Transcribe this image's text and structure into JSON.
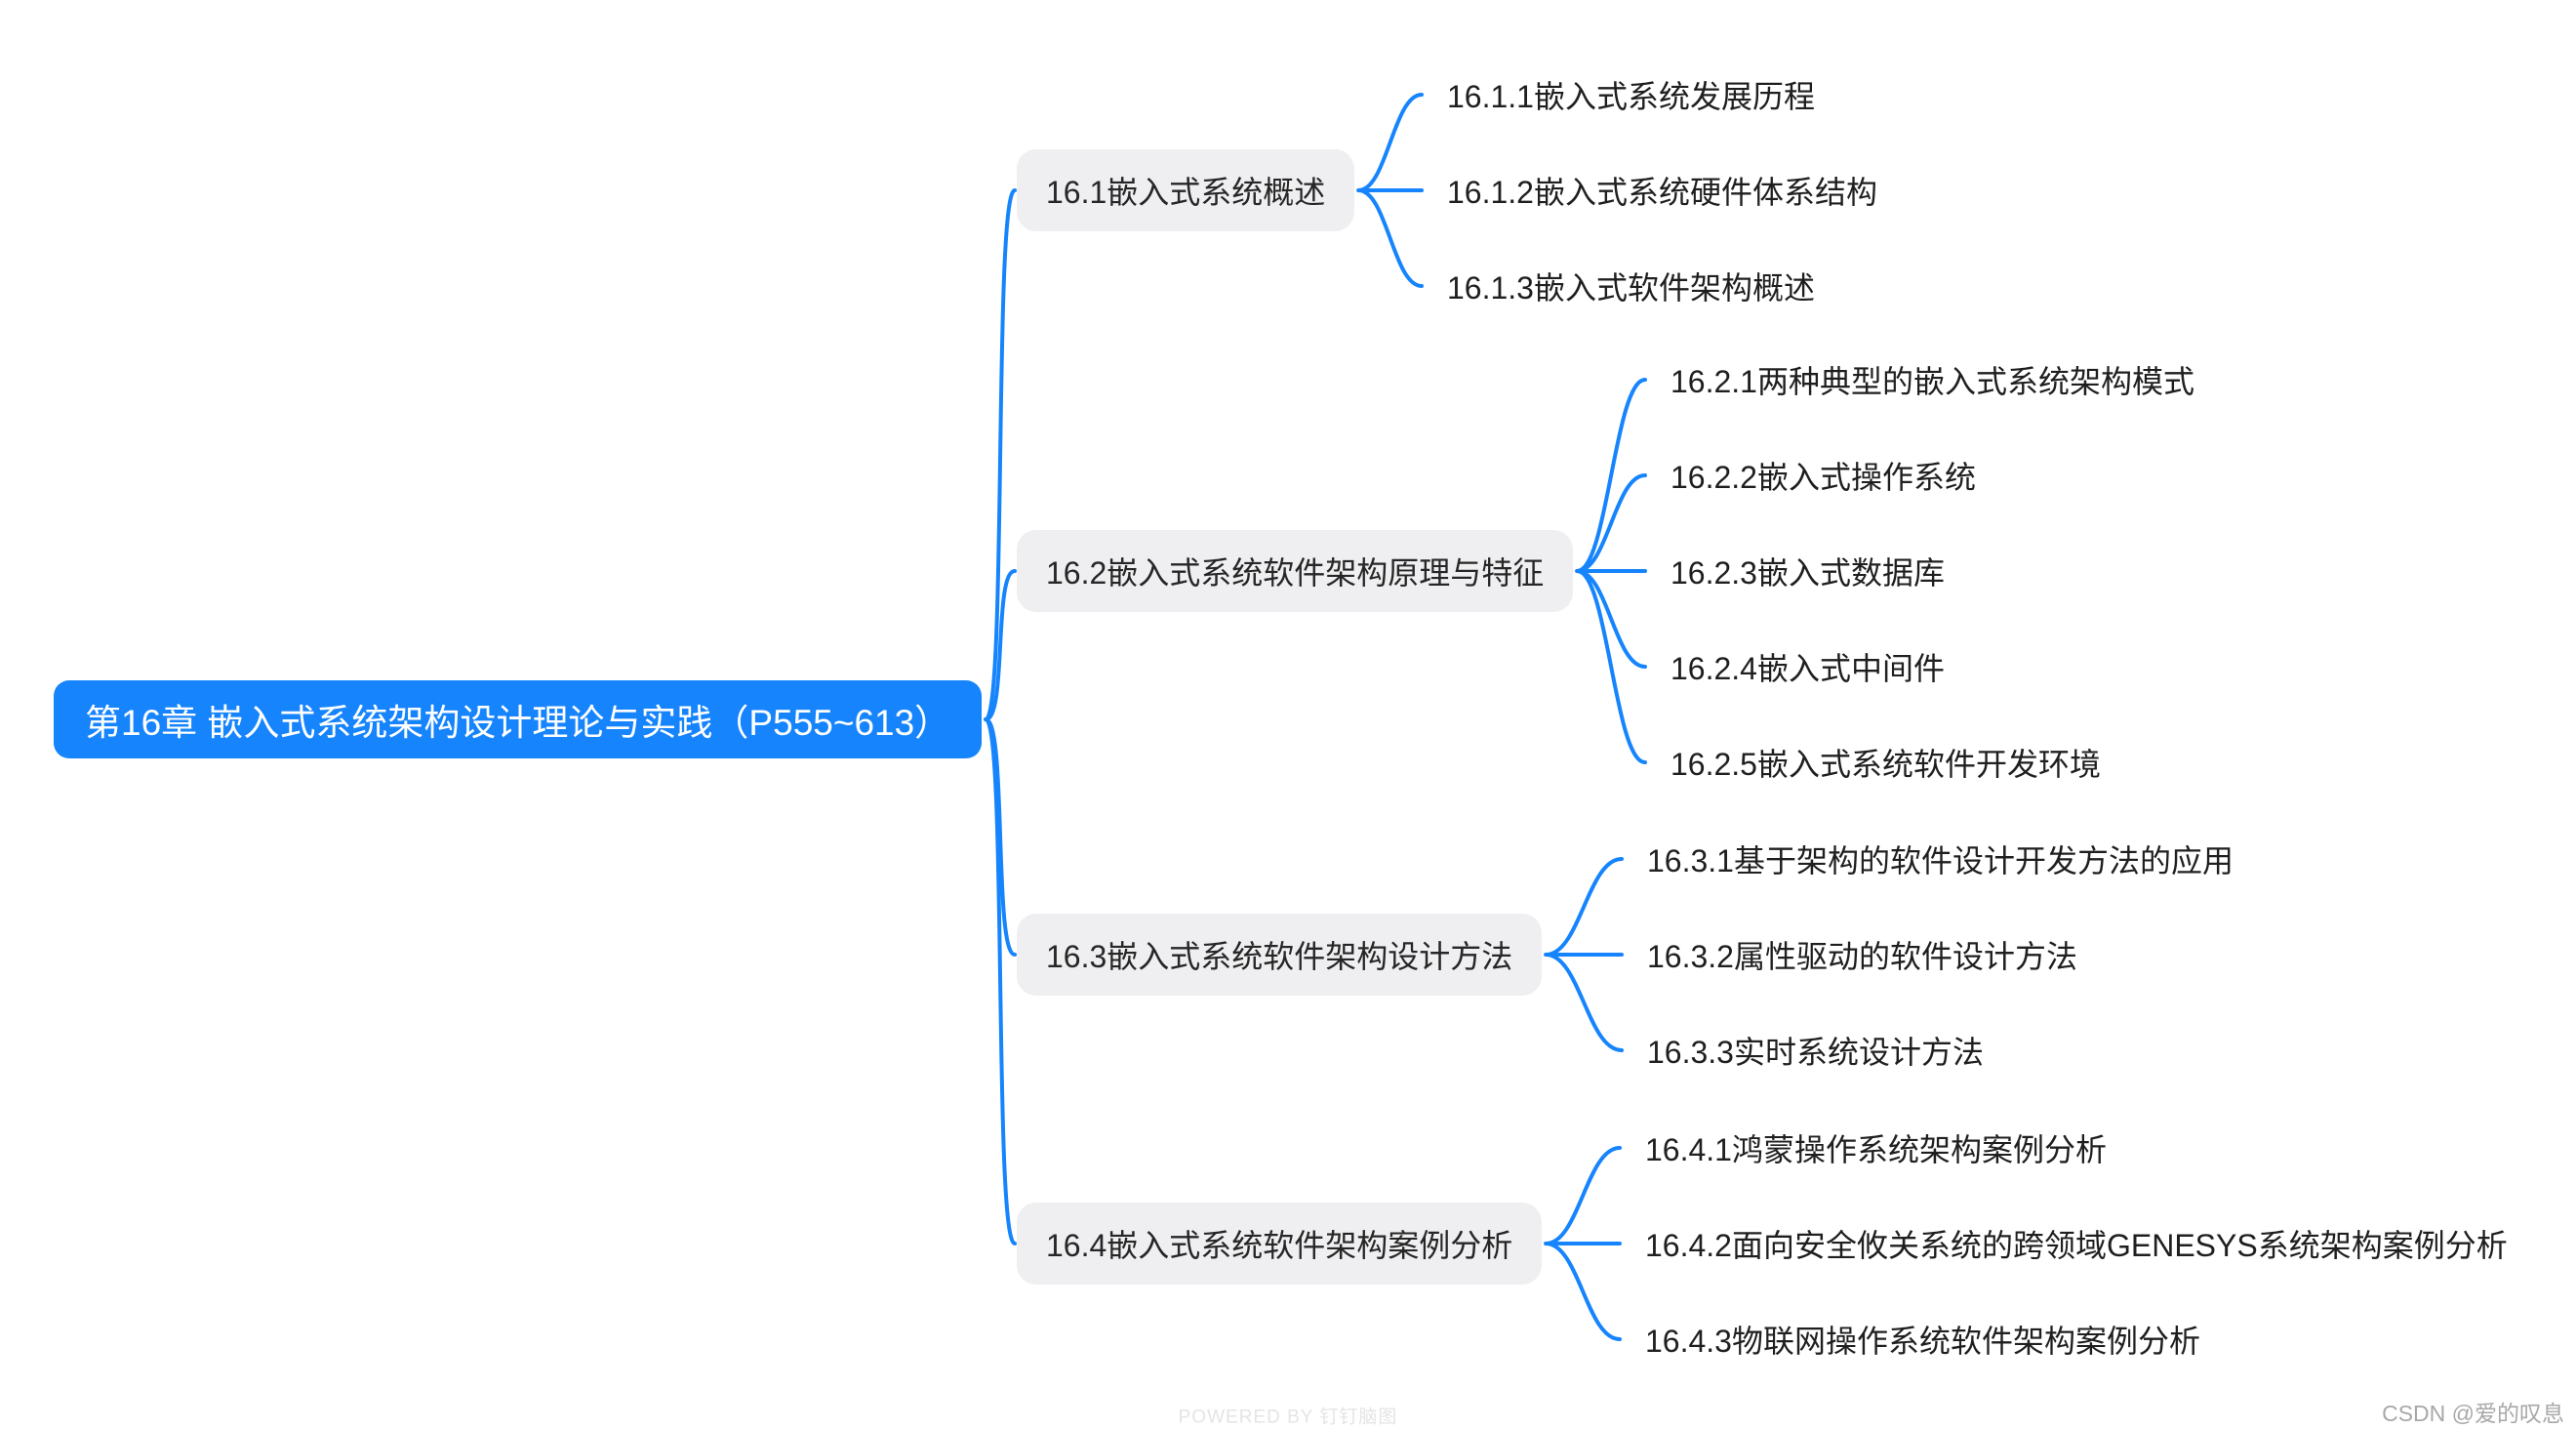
{
  "colors": {
    "root_bg": "#1684FC",
    "root_text": "#FFFFFF",
    "branch_bg": "#EFEFF1",
    "branch_text": "#262626",
    "leaf_text": "#1F1F1F",
    "connector": "#1684FC",
    "canvas_bg": "#FFFFFF"
  },
  "tree": {
    "root": {
      "label": "第16章 嵌入式系统架构设计理论与实践（P555~613）"
    },
    "branches": [
      {
        "label": "16.1嵌入式系统概述",
        "children": [
          "16.1.1嵌入式系统发展历程",
          "16.1.2嵌入式系统硬件体系结构",
          "16.1.3嵌入式软件架构概述"
        ]
      },
      {
        "label": "16.2嵌入式系统软件架构原理与特征",
        "children": [
          "16.2.1两种典型的嵌入式系统架构模式",
          "16.2.2嵌入式操作系统",
          "16.2.3嵌入式数据库",
          "16.2.4嵌入式中间件",
          "16.2.5嵌入式系统软件开发环境"
        ]
      },
      {
        "label": "16.3嵌入式系统软件架构设计方法",
        "children": [
          "16.3.1基于架构的软件设计开发方法的应用",
          "16.3.2属性驱动的软件设计方法",
          "16.3.3实时系统设计方法"
        ]
      },
      {
        "label": "16.4嵌入式系统软件架构案例分析",
        "children": [
          "16.4.1鸿蒙操作系统架构案例分析",
          "16.4.2面向安全攸关系统的跨领域GENESYS系统架构案例分析",
          "16.4.3物联网操作系统软件架构案例分析"
        ]
      }
    ]
  },
  "watermarks": {
    "powered_by": "POWERED BY 钉钉脑图",
    "csdn": "CSDN @爱的叹息"
  }
}
